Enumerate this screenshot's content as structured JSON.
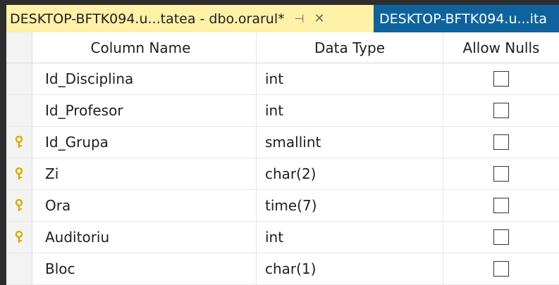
{
  "tabs": [
    {
      "title": "DESKTOP-BFTK094.u...tatea - dbo.orarul*",
      "pin_icon": "pin-icon",
      "close_icon": "close-icon"
    },
    {
      "title": "DESKTOP-BFTK094.u...ita"
    }
  ],
  "columns": {
    "name": "Column Name",
    "type": "Data Type",
    "nulls": "Allow Nulls"
  },
  "rows": [
    {
      "name": "Id_Disciplina",
      "type": "int",
      "key": false,
      "allow_nulls": false
    },
    {
      "name": "Id_Profesor",
      "type": "int",
      "key": false,
      "allow_nulls": false
    },
    {
      "name": "Id_Grupa",
      "type": "smallint",
      "key": true,
      "allow_nulls": false
    },
    {
      "name": "Zi",
      "type": "char(2)",
      "key": true,
      "allow_nulls": false
    },
    {
      "name": "Ora",
      "type": "time(7)",
      "key": true,
      "allow_nulls": false
    },
    {
      "name": "Auditoriu",
      "type": "int",
      "key": true,
      "allow_nulls": false
    },
    {
      "name": "Bloc",
      "type": "char(1)",
      "key": false,
      "allow_nulls": false
    }
  ],
  "colors": {
    "active_tab": "#fff1a8",
    "inactive_tab": "#0e639c",
    "key_icon": "#d4b000"
  }
}
